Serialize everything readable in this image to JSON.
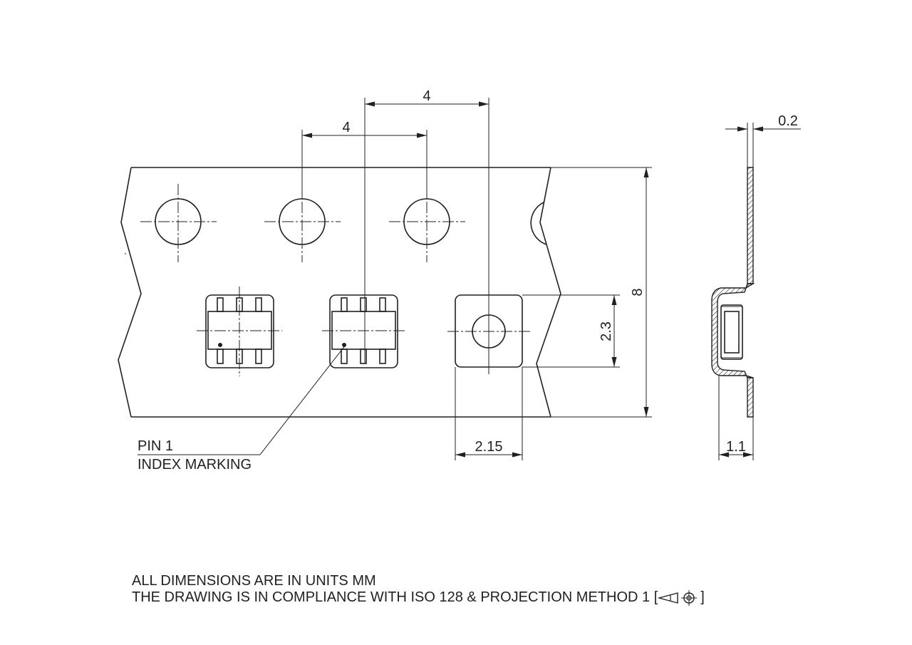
{
  "dimensions": {
    "pitch_upper": "4",
    "pitch_lower": "4",
    "thickness": "0.2",
    "tape_width": "8",
    "pocket_height": "2.3",
    "pocket_width": "2.15",
    "depth": "1.1"
  },
  "labels": {
    "pin1_line1": "PIN 1",
    "pin1_line2": "INDEX MARKING"
  },
  "notes": {
    "line1": "ALL DIMENSIONS ARE IN UNITS MM",
    "line2_text": "THE DRAWING IS IN COMPLIANCE WITH ISO 128 & PROJECTION METHOD 1",
    "line2_open": "[",
    "line2_close": "]"
  },
  "colors": {
    "ink": "#231f20",
    "background": "#ffffff"
  }
}
